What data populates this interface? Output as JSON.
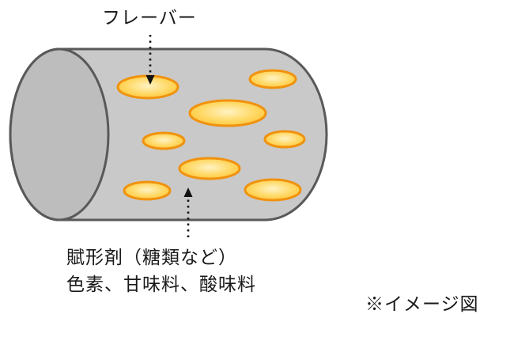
{
  "diagram": {
    "title_context": "candy-cylinder-illustration",
    "flavor_label": "フレーバー",
    "excipient_label_line1": "賦形剤（糖類など）",
    "excipient_label_line2": "色素、甘味料、酸味料",
    "note_label": "※イメージ図",
    "colors": {
      "cylinder_fill": "#c9c9c9",
      "cylinder_end_fill": "#bdbdbd",
      "cylinder_stroke": "#595959",
      "spot_stroke": "#f0920e",
      "spot_fill_center": "#fff3c4",
      "spot_fill_mid": "#ffd966",
      "spot_fill_edge": "#ffc02e",
      "arrow_color": "#111111",
      "text_color": "#1a1a1a"
    }
  }
}
